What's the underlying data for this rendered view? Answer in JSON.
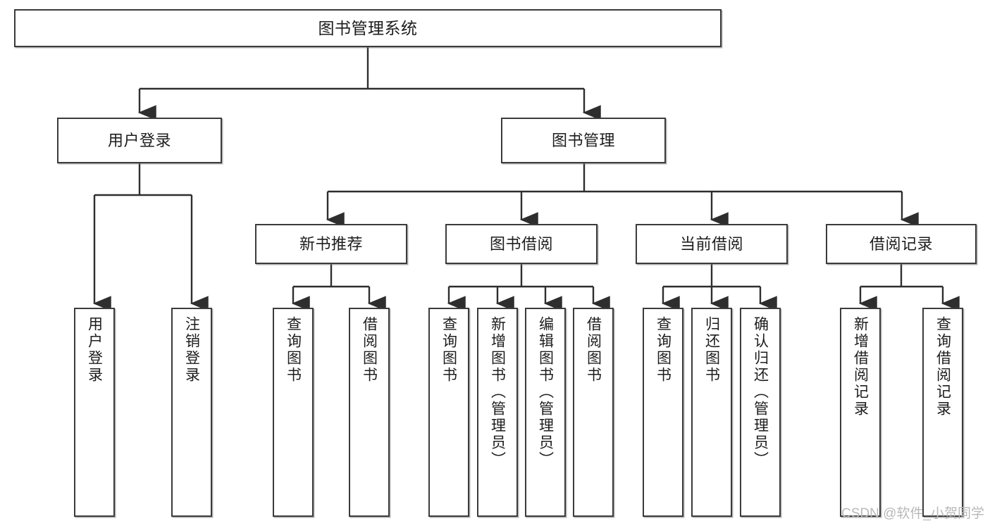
{
  "diagram": {
    "title": "图书管理系统",
    "type": "tree",
    "colors": {
      "box_border": "#3b3b3b",
      "box_fill": "#ffffff",
      "connector": "#2e2e2e",
      "text": "#1d1d1d",
      "watermark": "#b9b9b9"
    },
    "root": {
      "label": "图书管理系统"
    },
    "level2": [
      {
        "label": "用户登录"
      },
      {
        "label": "图书管理"
      }
    ],
    "level3": [
      {
        "label": "新书推荐"
      },
      {
        "label": "图书借阅"
      },
      {
        "label": "当前借阅"
      },
      {
        "label": "借阅记录"
      }
    ],
    "leaves": {
      "user_login": [
        {
          "label": "用户登录"
        },
        {
          "label": "注销登录"
        }
      ],
      "new_book_recommend": [
        {
          "label": "查询图书"
        },
        {
          "label": "借阅图书"
        }
      ],
      "book_borrow": [
        {
          "label": "查询图书"
        },
        {
          "label": "新增图书（管理员）"
        },
        {
          "label": "编辑图书（管理员）"
        },
        {
          "label": "借阅图书"
        }
      ],
      "current_borrow": [
        {
          "label": "查询图书"
        },
        {
          "label": "归还图书"
        },
        {
          "label": "确认归还（管理员）"
        }
      ],
      "borrow_record": [
        {
          "label": "新增借阅记录"
        },
        {
          "label": "查询借阅记录"
        }
      ]
    }
  },
  "watermark": {
    "text": "CSDN @软件_小贺同学"
  }
}
